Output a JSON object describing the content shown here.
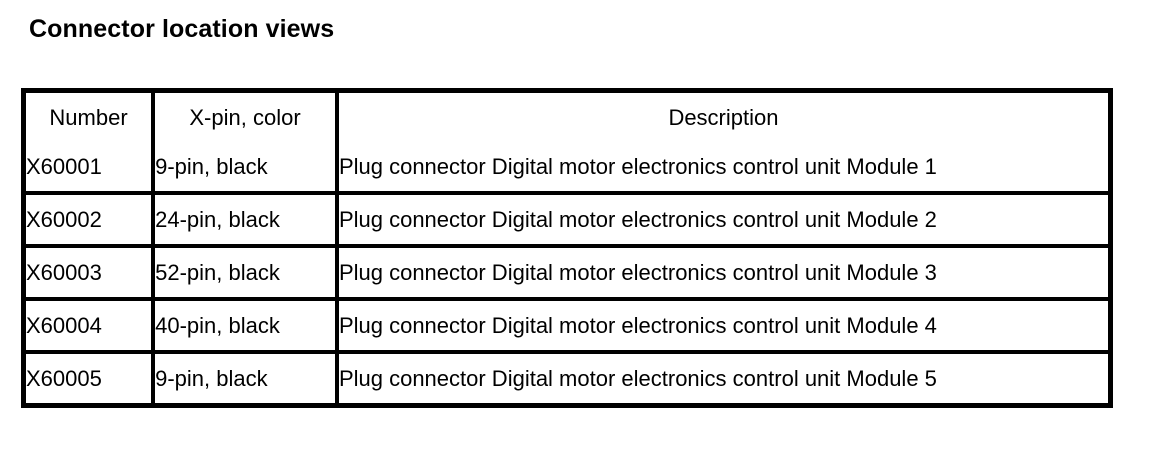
{
  "page": {
    "title": "Connector location views",
    "background_color": "#ffffff",
    "text_color": "#000000"
  },
  "table": {
    "columns": [
      {
        "key": "number",
        "label": "Number"
      },
      {
        "key": "xpin",
        "label": "X-pin, color"
      },
      {
        "key": "description",
        "label": "Description"
      }
    ],
    "rows": [
      {
        "number": "X60001",
        "xpin": "9-pin, black",
        "description": "Plug connector Digital motor electronics control unit Module 1"
      },
      {
        "number": "X60002",
        "xpin": "24-pin, black",
        "description": "Plug connector Digital motor electronics control unit Module 2"
      },
      {
        "number": "X60003",
        "xpin": "52-pin, black",
        "description": "Plug connector Digital motor electronics control unit Module 3"
      },
      {
        "number": "X60004",
        "xpin": "40-pin, black",
        "description": "Plug connector Digital motor electronics control unit Module 4"
      },
      {
        "number": "X60005",
        "xpin": "9-pin, black",
        "description": "Plug connector Digital motor electronics control unit Module 5"
      }
    ]
  }
}
